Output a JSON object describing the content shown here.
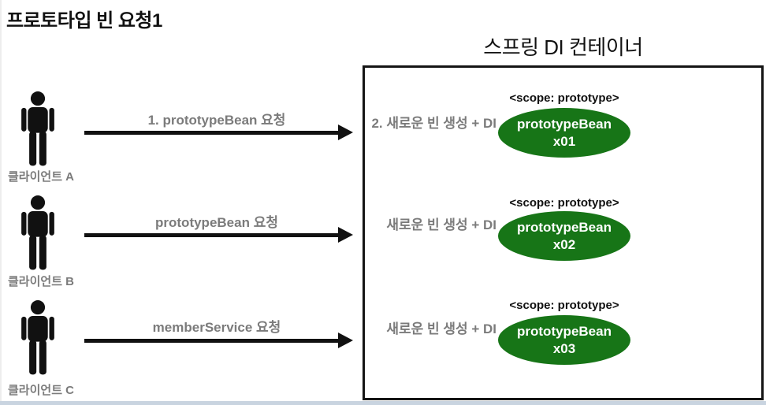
{
  "title": "프로토타입 빈 요청1",
  "container": {
    "title": "스프링 DI 컨테이너"
  },
  "colors": {
    "bean_green": "#177517",
    "label_gray": "#7b7b7b",
    "line_black": "#111111",
    "bottom_bar": "#c9d4e0"
  },
  "rows": [
    {
      "client": "클라이언트 A",
      "request_label": "1. prototypeBean 요청",
      "action_label": "2. 새로운 빈 생성 + DI",
      "scope_label": "<scope: prototype>",
      "bean_name": "prototypeBean",
      "bean_instance": "x01"
    },
    {
      "client": "클라이언트 B",
      "request_label": "prototypeBean 요청",
      "action_label": "새로운 빈 생성 + DI",
      "scope_label": "<scope: prototype>",
      "bean_name": "prototypeBean",
      "bean_instance": "x02"
    },
    {
      "client": "클라이언트 C",
      "request_label": "memberService 요청",
      "action_label": "새로운 빈 생성 + DI",
      "scope_label": "<scope: prototype>",
      "bean_name": "prototypeBean",
      "bean_instance": "x03"
    }
  ]
}
